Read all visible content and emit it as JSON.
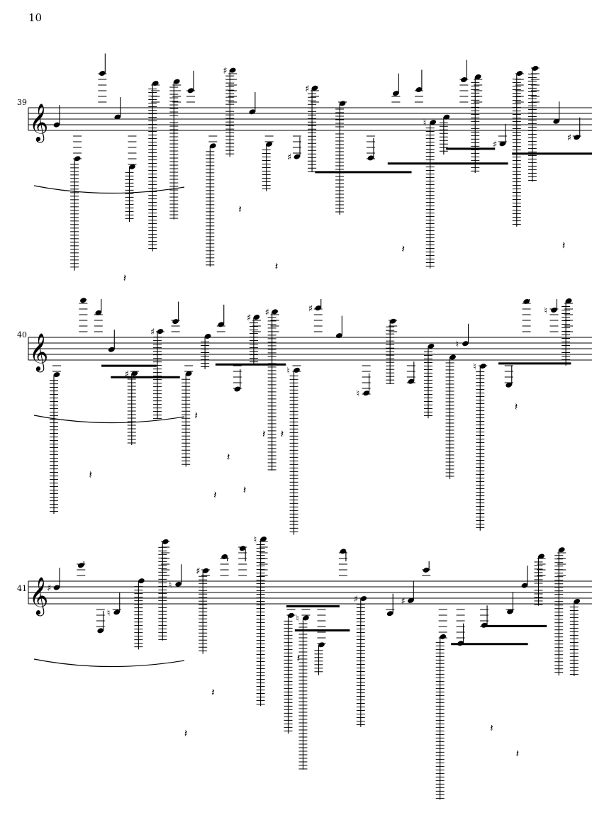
{
  "page": {
    "number": "10"
  },
  "systems": [
    {
      "measure_number": "39",
      "clef": "treble-clef"
    },
    {
      "measure_number": "40",
      "clef": "treble-clef"
    },
    {
      "measure_number": "41",
      "clef": "treble-clef"
    }
  ],
  "glyphs": {
    "clef": "𝄞",
    "sharp": "♯",
    "natural": "♮",
    "rest": "𝄽"
  }
}
